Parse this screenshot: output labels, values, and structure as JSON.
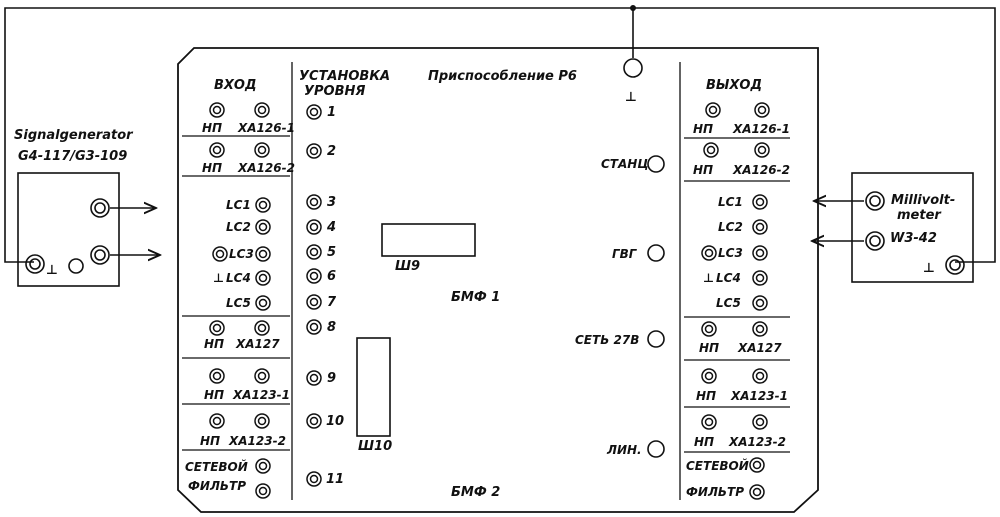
{
  "signal_generator": {
    "line1": "Signalgenerator",
    "line2": "G4-117/G3-109",
    "ground": "⊥"
  },
  "millivoltmeter": {
    "line1": "Millivolt-",
    "line2": "meter",
    "line3": "W3-42",
    "ground": "⊥"
  },
  "fixture": {
    "title": "Приспособление Р6",
    "ground": "⊥"
  },
  "input": {
    "header": "ВХОД",
    "pairs": [
      {
        "left": "НП",
        "right": "ХА126-1"
      },
      {
        "left": "НП",
        "right": "ХА126-2"
      }
    ],
    "lc": [
      "LC1",
      "LC2",
      "LC3",
      "LC4",
      "LC5"
    ],
    "pairs2": [
      {
        "left": "НП",
        "right": "ХА127"
      },
      {
        "left": "НП",
        "right": "ХА123-1"
      },
      {
        "left": "НП",
        "right": "ХА123-2"
      }
    ],
    "filter1": "СЕТЕВОЙ",
    "filter2": "ФИЛЬТР"
  },
  "level": {
    "header1": "УСТАНОВКА",
    "header2": "УРОВНЯ",
    "numbers": [
      "1",
      "2",
      "3",
      "4",
      "5",
      "6",
      "7",
      "8",
      "9",
      "10",
      "11"
    ]
  },
  "center": {
    "connector_top": "Ш9",
    "connector_bottom": "Ш10",
    "block1": "БМФ 1",
    "block2": "БМФ 2",
    "jacks": [
      "СТАНЦ",
      "ГВГ",
      "СЕТЬ 27В",
      "ЛИН."
    ]
  },
  "output": {
    "header": "ВЫХОД",
    "pairs": [
      {
        "left": "НП",
        "right": "ХА126-1"
      },
      {
        "left": "НП",
        "right": "ХА126-2"
      }
    ],
    "lc": [
      "LC1",
      "LC2",
      "LC3",
      "LC4",
      "LC5"
    ],
    "pairs2": [
      {
        "left": "НП",
        "right": "ХА127"
      },
      {
        "left": "НП",
        "right": "ХА123-1"
      },
      {
        "left": "НП",
        "right": "ХА123-2"
      }
    ],
    "filter1": "СЕТЕВОЙ",
    "filter2": "ФИЛЬТР"
  }
}
